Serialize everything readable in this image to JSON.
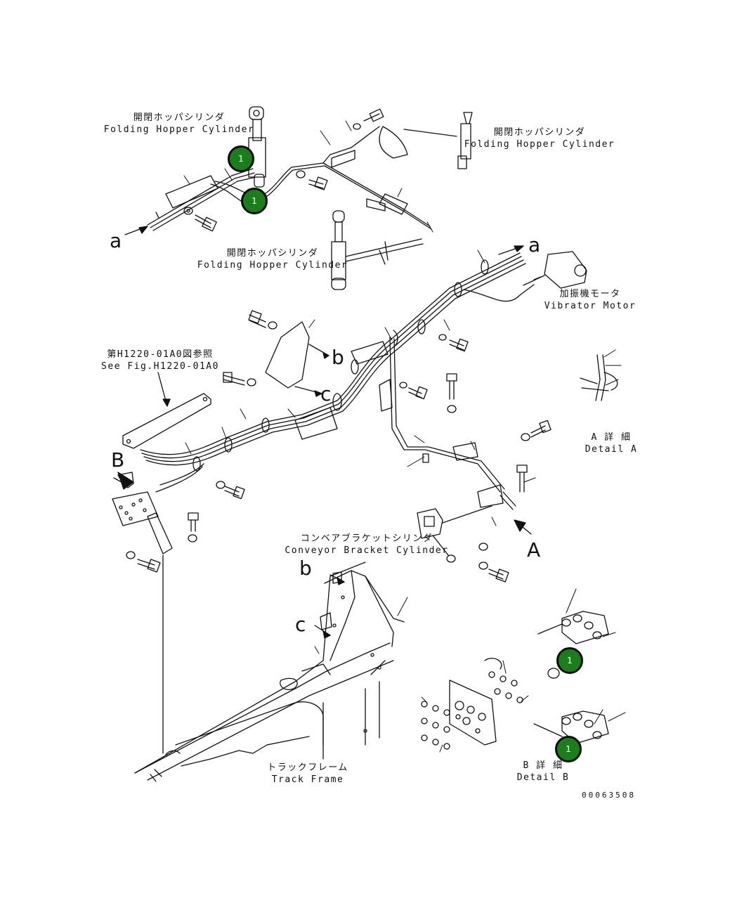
{
  "labels": {
    "hopper_cyl_1_jp": "開閉ホッパシリンダ",
    "hopper_cyl_1_en": "Folding Hopper Cylinder",
    "hopper_cyl_2_jp": "開閉ホッパシリンダ",
    "hopper_cyl_2_en": "Folding Hopper Cylinder",
    "hopper_cyl_3_jp": "開閉ホッパシリンダ",
    "hopper_cyl_3_en": "Folding Hopper Cylinder",
    "vibrator_jp": "加振機モータ",
    "vibrator_en": "Vibrator Motor",
    "see_fig_jp": "第H1220-01A0図参照",
    "see_fig_en": "See Fig.H1220-01A0",
    "detail_a_jp": "A 詳 細",
    "detail_a_en": "Detail A",
    "conveyor_jp": "コンベアブラケットシリンダ",
    "conveyor_en": "Conveyor Bracket Cylinder",
    "track_jp": "トラックフレーム",
    "track_en": "Track Frame",
    "detail_b_jp": "B 詳 細",
    "detail_b_en": "Detail B"
  },
  "letters": {
    "a_left": "a",
    "a_right": "a",
    "b_mid": "b",
    "c_mid": "c",
    "b_view": "B",
    "a_view": "A",
    "b_lower": "b",
    "c_lower": "c"
  },
  "callouts": [
    "1",
    "1",
    "1",
    "1"
  ],
  "drawing_code": "00063508",
  "colors": {
    "callout_fill": "#1a7f1a",
    "line": "#111111"
  }
}
